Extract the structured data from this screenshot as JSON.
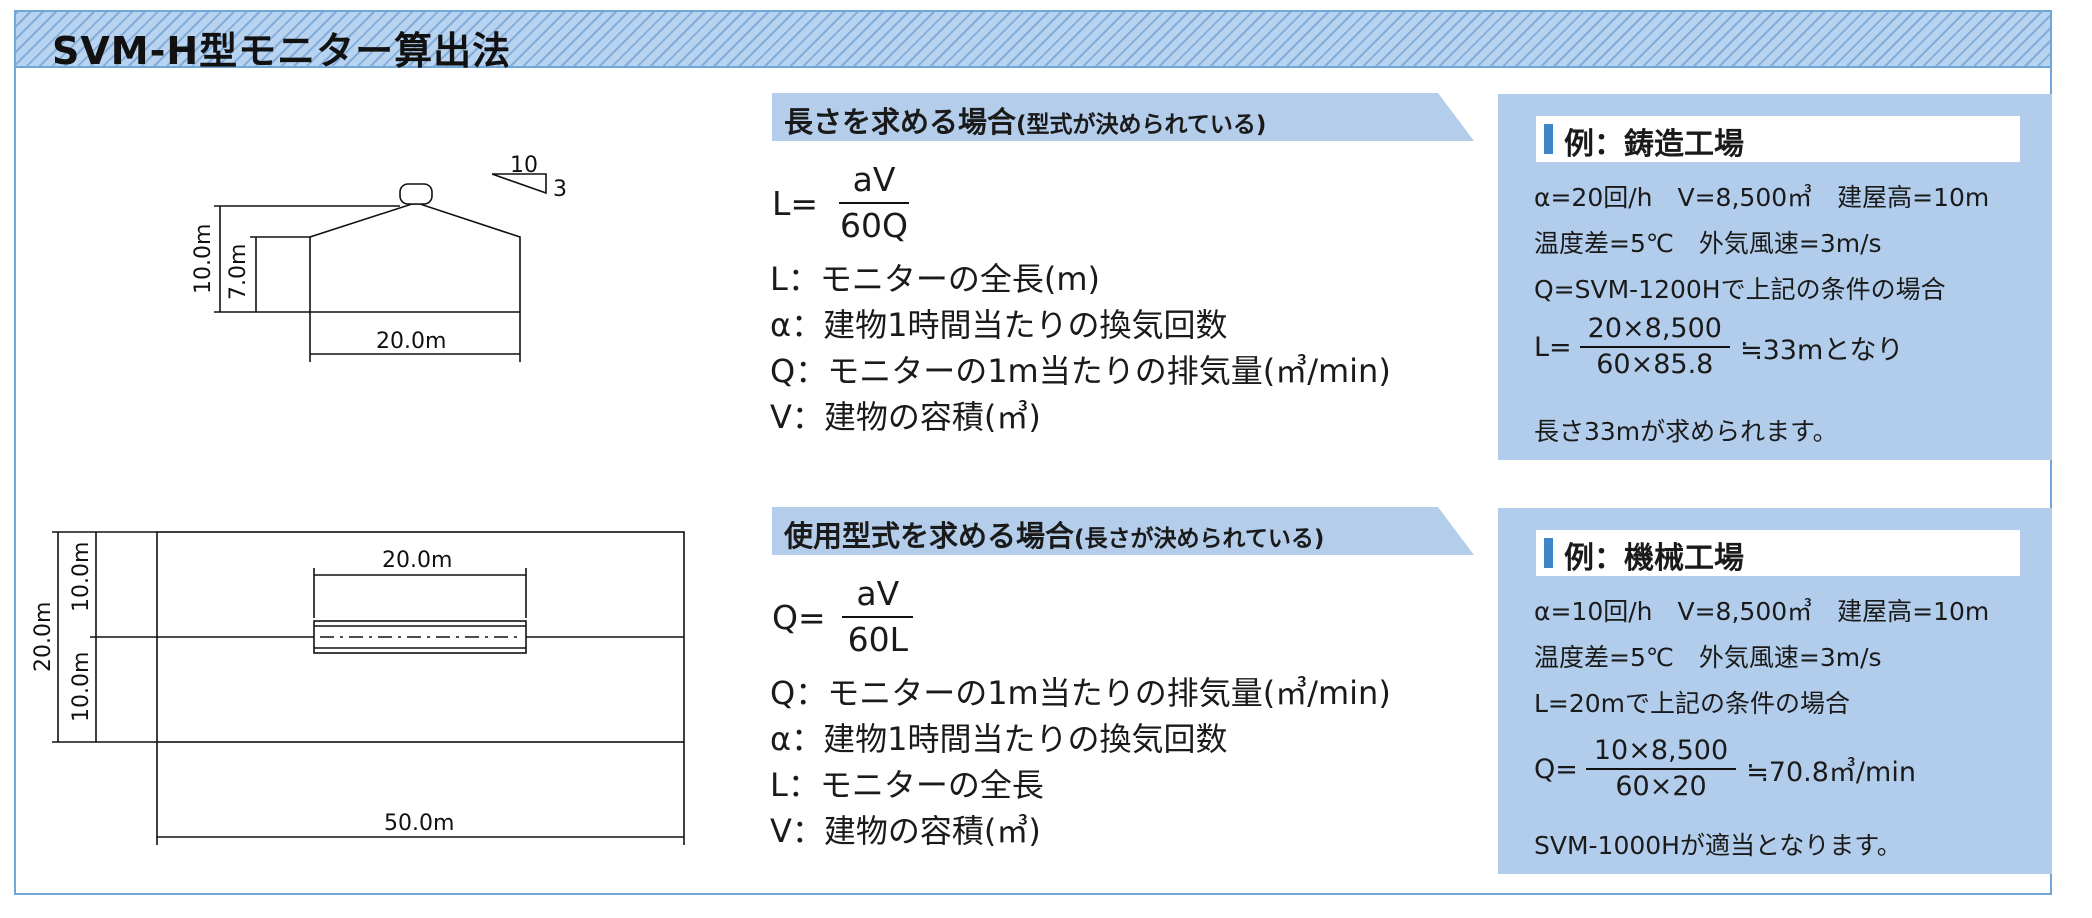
{
  "title": "SVM-H型モニター算出法",
  "diagram_top": {
    "slope_run": "10",
    "slope_rise": "3",
    "height_total": "10.0m",
    "height_wall": "7.0m",
    "width": "20.0m"
  },
  "diagram_bottom": {
    "monitor_length": "20.0m",
    "depth_total": "20.0m",
    "depth_upper": "10.0m",
    "depth_lower": "10.0m",
    "building_length": "50.0m"
  },
  "section1": {
    "heading": "長さを求める場合",
    "heading_note": "(型式が決められている)",
    "formula_lhs": "L=",
    "numerator": "aV",
    "denominator": "60Q",
    "definitions": [
      "L：モニターの全長(m)",
      "α：建物1時間当たりの換気回数",
      "Q：モニターの1m当たりの排気量(㎥/min)",
      "V：建物の容積(㎥)"
    ]
  },
  "section2": {
    "heading": "使用型式を求める場合",
    "heading_note": "(長さが決められている)",
    "formula_lhs": "Q=",
    "numerator": "aV",
    "denominator": "60L",
    "definitions": [
      "Q：モニターの1m当たりの排気量(㎥/min)",
      "α：建物1時間当たりの換気回数",
      "L：モニターの全長",
      "V：建物の容積(㎥)"
    ]
  },
  "example1": {
    "header": "例：鋳造工場",
    "line1": "α=20回/h　V=8,500㎥　建屋高=10m",
    "line2": "温度差=5℃　外気風速=3m/s",
    "line3": "Q=SVM-1200Hで上記の条件の場合",
    "lhs": "L=",
    "numerator": "20×8,500",
    "denominator": "60×85.8",
    "result": "≒33mとなり",
    "conclusion": "長さ33mが求められます。"
  },
  "example2": {
    "header": "例：機械工場",
    "line1": "α=10回/h　V=8,500㎥　建屋高=10m",
    "line2": "温度差=5℃　外気風速=3m/s",
    "line3": "L=20mで上記の条件の場合",
    "lhs": "Q=",
    "numerator": "10×8,500",
    "denominator": "60×20",
    "result": "≒70.8㎥/min",
    "conclusion": "SVM-1000Hが適当となります。"
  },
  "colors": {
    "frame": "#6fa8d8",
    "title_bg": "#b7d3ef",
    "section_head": "#b4cdeb",
    "example_bg": "#b2cdeb",
    "marker": "#3f86c9"
  }
}
